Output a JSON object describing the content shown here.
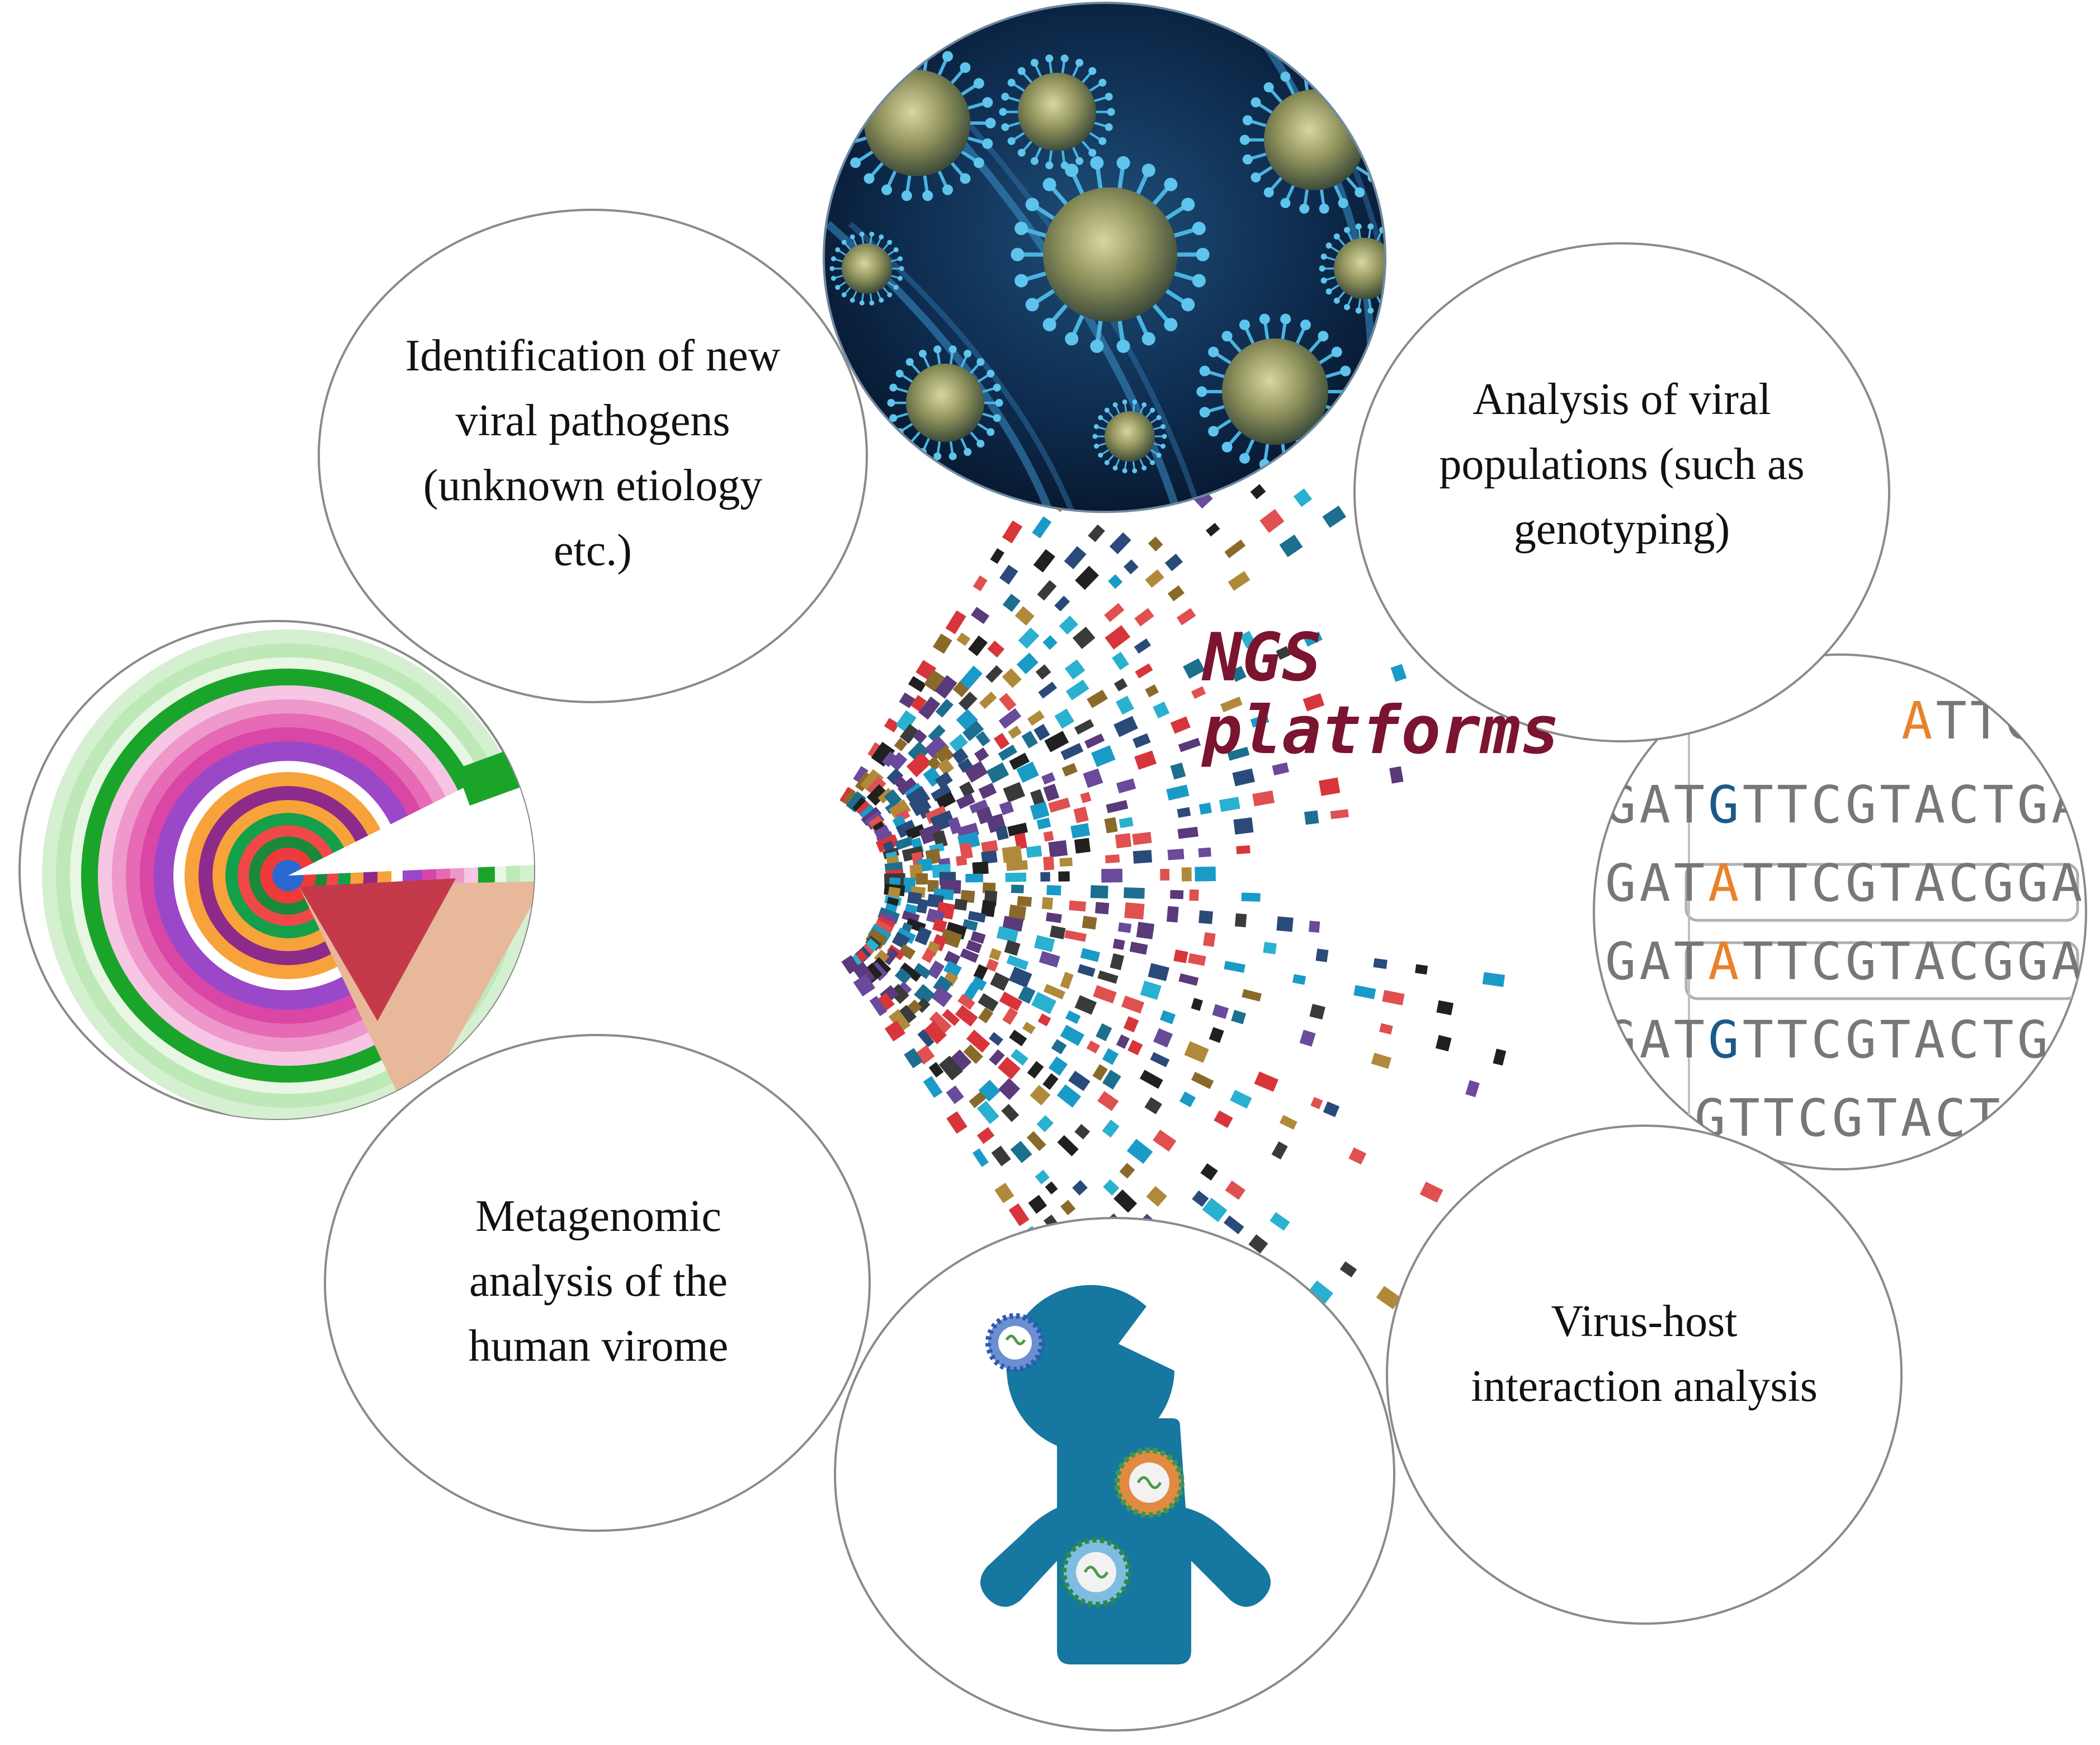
{
  "center": {
    "title_line1": "NGS",
    "title_line2": "platforms"
  },
  "nodes": {
    "identification": {
      "lines": [
        "Identification of new",
        "viral pathogens",
        "(unknown etiology",
        "etc.)"
      ]
    },
    "populations": {
      "lines": [
        "Analysis of viral",
        "populations (such as",
        "genotyping)"
      ]
    },
    "metagenomic": {
      "lines": [
        "Metagenomic",
        "analysis of the",
        "human virome"
      ]
    },
    "virus_host": {
      "lines": [
        "Virus-host",
        "interaction analysis"
      ]
    }
  },
  "sequence_alignment": {
    "rows": [
      "ATTCGTACG",
      "GATGTTCGTACTGAA",
      "GATATTCGTACGGATT",
      "GATATTCGTACGGAAT",
      "GATGTTCGTACTGAA",
      "GTTCGTACT"
    ]
  },
  "colors": {
    "ngs_text": "#7a1430",
    "bubble_stroke": "#8a8a8a",
    "virus_bg": "#0b1f3a",
    "virus_spike": "#3aa6d6",
    "person": "#1677a0",
    "base_A": "#e8822a",
    "base_G": "#1a5a8a",
    "base_T": "#1a5a8a"
  }
}
